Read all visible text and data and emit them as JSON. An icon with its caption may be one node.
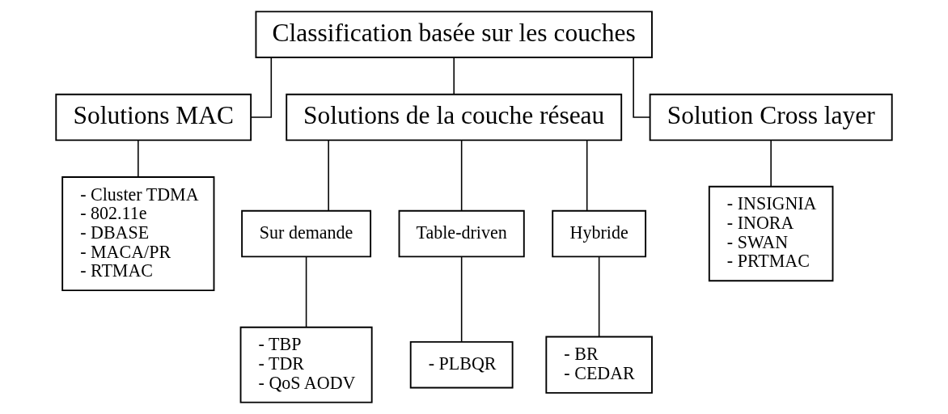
{
  "diagram": {
    "nodes": [
      {
        "text": [
          "Classification basée sur les couches"
        ]
      },
      {
        "text": [
          "Solutions MAC"
        ]
      },
      {
        "text": [
          "Solutions de la couche réseau"
        ]
      },
      {
        "text": [
          "Solution Cross layer"
        ]
      },
      {
        "text": [
          "- Cluster TDMA",
          "- 802.11e",
          "- DBASE",
          "- MACA/PR",
          "- RTMAC"
        ]
      },
      {
        "text": [
          "Sur demande"
        ]
      },
      {
        "text": [
          "Table-driven"
        ]
      },
      {
        "text": [
          "Hybride"
        ]
      },
      {
        "text": [
          "- TBP",
          "- TDR",
          "- QoS AODV"
        ]
      },
      {
        "text": [
          "- PLBQR"
        ]
      },
      {
        "text": [
          "- BR",
          "- CEDAR"
        ]
      },
      {
        "text": [
          "- INSIGNIA",
          "- INORA",
          "- SWAN",
          "- PRTMAC"
        ]
      }
    ],
    "edges": [
      {
        "from": 0,
        "to": 1,
        "arrow": "none"
      },
      {
        "from": 0,
        "to": 2,
        "arrow": "none"
      },
      {
        "from": 0,
        "to": 3,
        "arrow": "none"
      },
      {
        "from": 1,
        "to": 4,
        "arrow": "none"
      },
      {
        "from": 2,
        "to": 5,
        "arrow": "none"
      },
      {
        "from": 2,
        "to": 6,
        "arrow": "none"
      },
      {
        "from": 2,
        "to": 7,
        "arrow": "none"
      },
      {
        "from": 5,
        "to": 8,
        "arrow": "none"
      },
      {
        "from": 6,
        "to": 9,
        "arrow": "none"
      },
      {
        "from": 7,
        "to": 10,
        "arrow": "none"
      },
      {
        "from": 3,
        "to": 11,
        "arrow": "none"
      }
    ]
  }
}
